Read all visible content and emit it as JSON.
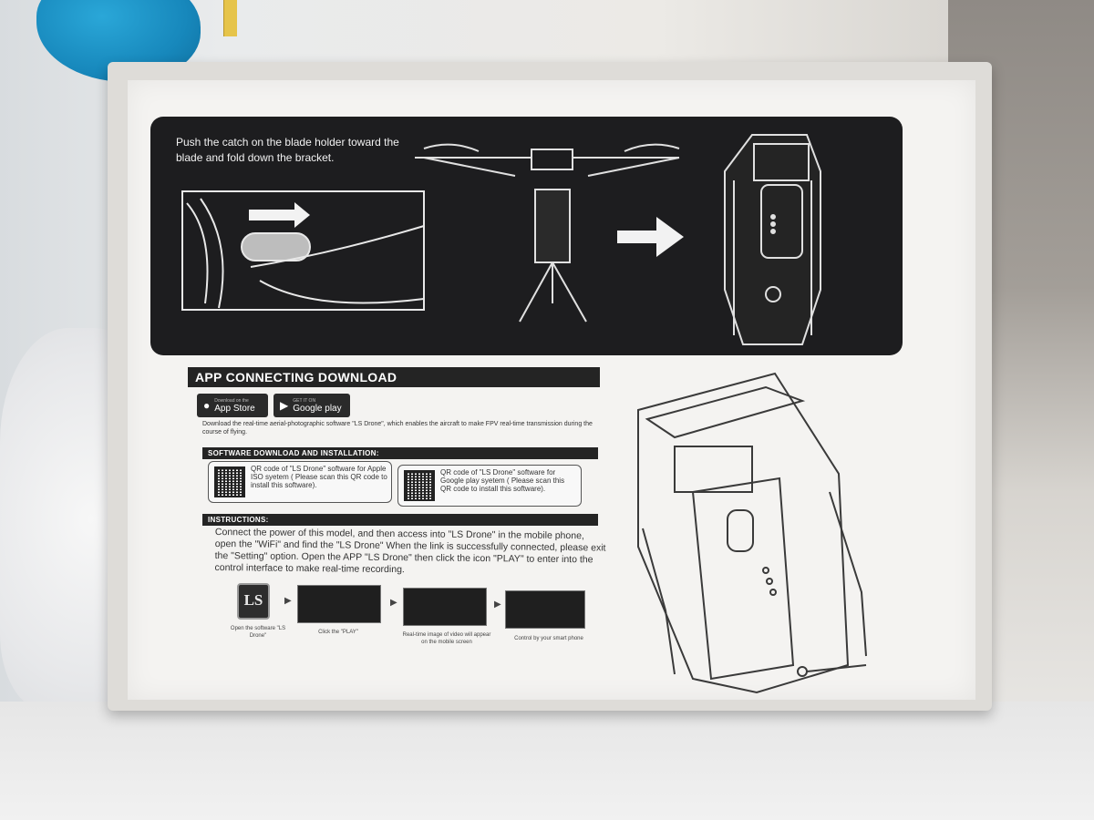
{
  "top_panel": {
    "instruction": "Push the catch on the blade holder toward the blade and fold down the bracket."
  },
  "app_section": {
    "heading": "APP CONNECTING DOWNLOAD",
    "badges": {
      "app_store": {
        "small": "Download on the",
        "label": "App Store"
      },
      "google_play": {
        "small": "GET IT ON",
        "label": "Google play"
      }
    },
    "description": "Download the real-time aerial-photographic software \"LS Drone\", which enables the aircraft to make FPV real-time transmission during the course of flying."
  },
  "software_section": {
    "heading": "SOFTWARE DOWNLOAD AND INSTALLATION:",
    "qr_apple": "QR code of \"LS Drone\" software for Apple ISO syetem ( Please scan this QR code to install this software).",
    "qr_google": "QR code of \"LS Drone\" software for Google play syetem ( Please scan this QR code to install this software)."
  },
  "instructions_section": {
    "heading": "INSTRUCTIONS:",
    "body": "Connect the power of this model, and then access into \"LS Drone\" in the mobile phone, open the  \"WiFi\" and find the \"LS Drone\" When the link is successfully connected, please exit the \"Setting\" option. Open the APP \"LS Drone\" then click the icon \"PLAY\" to enter into the control interface to make real-time recording.",
    "logo_text": "LS",
    "steps": [
      {
        "caption": "Open the software \"LS Drone\""
      },
      {
        "caption": "Click the \"PLAY\""
      },
      {
        "caption": "Real-time image of video will appear on the mobile screen"
      },
      {
        "caption": "Control by your smart phone"
      }
    ]
  },
  "colors": {
    "panel_dark": "#1d1d1f",
    "box_face": "#f4f3f1",
    "cloth_blue": "#1788bc"
  }
}
